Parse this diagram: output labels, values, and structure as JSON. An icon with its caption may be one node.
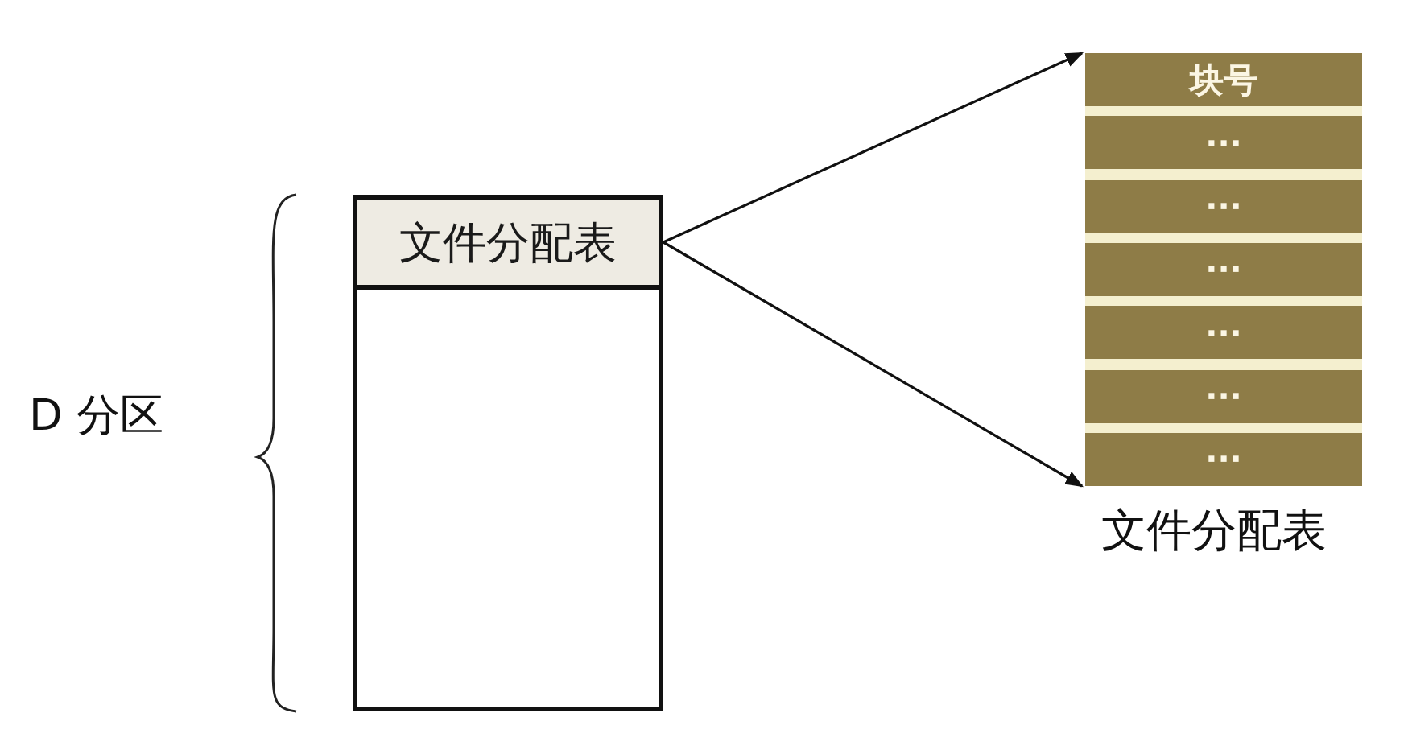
{
  "diagram": {
    "nodes": [
      {
        "text": [],
        "shape": "box"
      },
      {
        "text": [
          "文件分配表"
        ],
        "in": 0
      },
      {
        "text": [
          "文件分配表"
        ]
      },
      {
        "text": [
          "块号"
        ],
        "in": 2
      },
      {
        "text": [
          "···"
        ],
        "in": 2
      },
      {
        "text": [
          "···"
        ],
        "in": 2
      },
      {
        "text": [
          "···"
        ],
        "in": 2
      },
      {
        "text": [
          "···"
        ],
        "in": 2
      },
      {
        "text": [
          "···"
        ],
        "in": 2
      },
      {
        "text": [
          "···"
        ],
        "in": 2
      }
    ],
    "edges": [
      {
        "from": 1,
        "to": 2,
        "arrow": "to"
      },
      {
        "from": 1,
        "to": 2,
        "arrow": "to"
      }
    ],
    "labels": [
      "D 分区"
    ]
  }
}
